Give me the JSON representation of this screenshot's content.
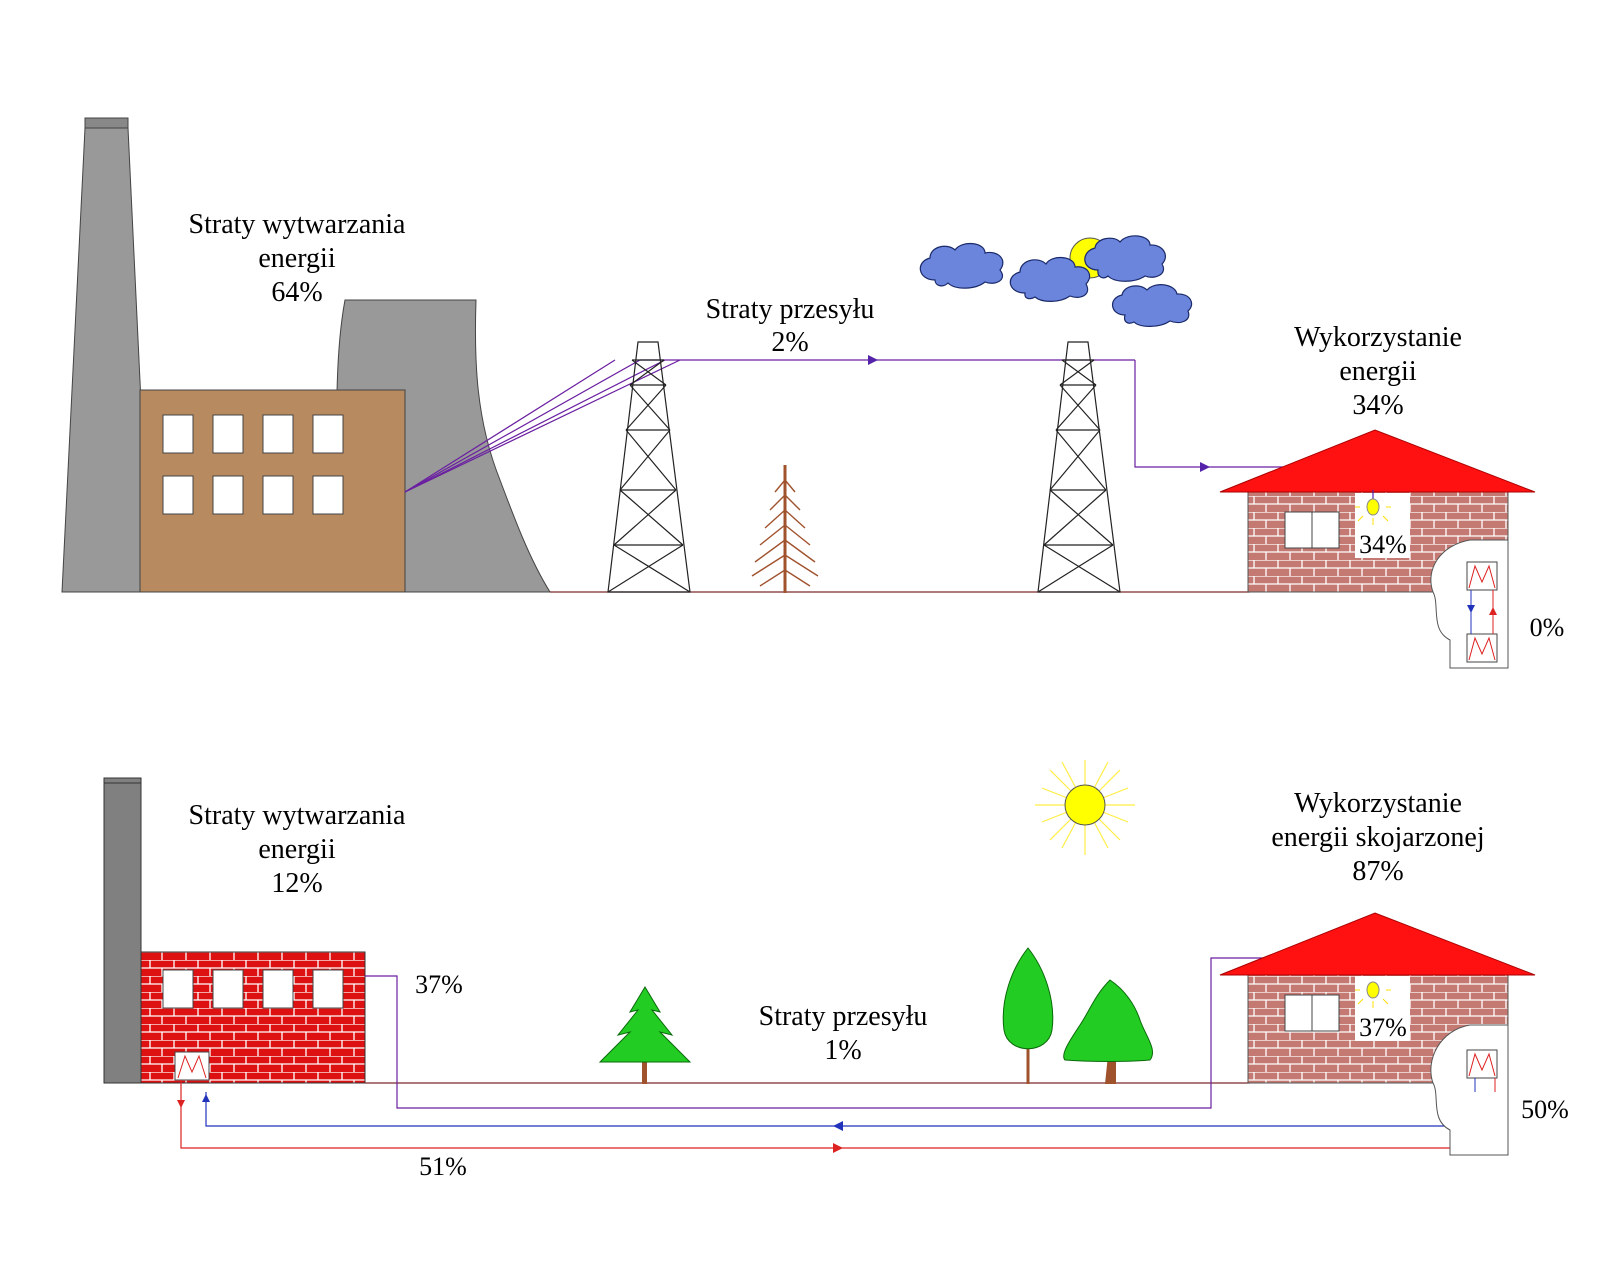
{
  "top": {
    "generation_loss": {
      "line1": "Straty wytwarzania",
      "line2": "energii",
      "value": "64%"
    },
    "transmission_loss": {
      "line1": "Straty przesyłu",
      "value": "2%"
    },
    "usage": {
      "line1": "Wykorzystanie",
      "line2": "energii",
      "value": "34%"
    },
    "house_light_value": "34%",
    "heating_value": "0%"
  },
  "bottom": {
    "generation_loss": {
      "line1": "Straty wytwarzania",
      "line2": "energii",
      "value": "12%"
    },
    "transmission_loss": {
      "line1": "Straty przesyłu",
      "value": "1%"
    },
    "usage": {
      "line1": "Wykorzystanie",
      "line2": "energii skojarzonej",
      "value": "87%"
    },
    "electric_output_value": "37%",
    "house_light_value": "37%",
    "heat_supply_value": "51%",
    "heating_value": "50%"
  },
  "colors": {
    "chimney": "#999999",
    "chimney_dark": "#808080",
    "factory_brown": "#b88a60",
    "brick_red": "#dd1111",
    "house_brick": "#c07575",
    "roof": "#ff1111",
    "power_line": "#6a1fa0",
    "hot_pipe": "#dd2222",
    "cold_pipe": "#2233bb",
    "cloud": "#6b85dd",
    "sun": "#ffff00",
    "tree_green": "#22cc22",
    "dead_tree": "#a0522d"
  }
}
